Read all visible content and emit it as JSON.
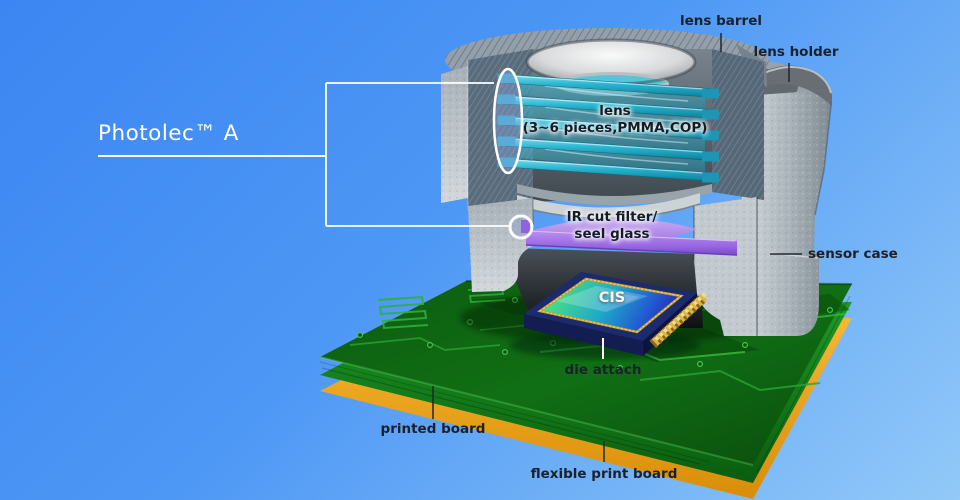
{
  "title": {
    "product": "Photolec™ A"
  },
  "labels": {
    "lens_barrel": "lens barrel",
    "lens_holder": "lens holder",
    "lens_name": "lens",
    "lens_spec": "(3~6 pieces,PMMA,COP)",
    "ir_filter_line1": "IR cut filter/",
    "ir_filter_line2": "seel glass",
    "sensor_case": "sensor case",
    "cis": "CIS",
    "die_attach": "die attach",
    "printed_board": "printed board",
    "flexible_print_board": "flexible print board"
  },
  "colors": {
    "background_top": "#3b86f2",
    "background_bottom": "#92c9f8",
    "title_text": "#ffffff",
    "label_text": "#1b212b",
    "lens_cyan": "#1fb0cc",
    "ir_filter_purple": "#a678ea",
    "board_green": "#0e6112",
    "flex_board_orange": "#f4a71b",
    "chip_navy": "#1c2a6e",
    "metal_grey": "#9aa4ab"
  }
}
